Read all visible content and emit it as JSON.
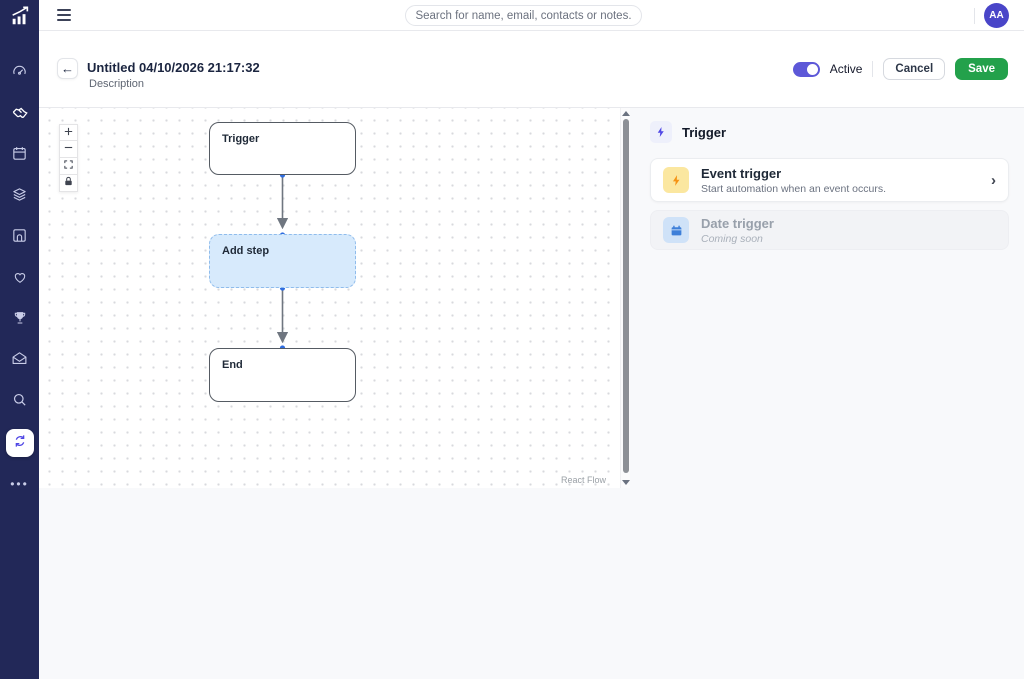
{
  "topbar": {
    "search_placeholder": "Search for name, email, contacts or notes.",
    "avatar_initials": "AA"
  },
  "sidebar": {
    "icons": [
      "growth-chart-logo",
      "gauge",
      "handshake",
      "calendar",
      "layers",
      "contact-arch",
      "heart",
      "trophy",
      "mail-open",
      "search",
      "sync-automations",
      "more-ellipsis"
    ],
    "active_icon": "sync-automations"
  },
  "header": {
    "back_icon": "arrow-left",
    "title": "Untitled 04/10/2026 21:17:32",
    "subtitle": "Description",
    "active_label": "Active",
    "toggle_state": "on",
    "cancel_label": "Cancel",
    "save_label": "Save"
  },
  "canvas": {
    "nodes": [
      {
        "label": "Trigger"
      },
      {
        "label": "Add step"
      },
      {
        "label": "End"
      }
    ],
    "controls": [
      "zoom-in",
      "zoom-out",
      "fit-view",
      "lock"
    ],
    "attribution": "React Flow"
  },
  "panel": {
    "title": "Trigger",
    "options": [
      {
        "title": "Event trigger",
        "subtitle": "Start automation when an event occurs.",
        "disabled": false
      },
      {
        "title": "Date trigger",
        "subtitle": "Coming soon",
        "disabled": true
      }
    ]
  },
  "colors": {
    "sidebar_bg": "#222858",
    "accent_indigo": "#4f46e5",
    "toggle_on": "#5d58d8",
    "save_green": "#23a14b",
    "avatar_bg": "#4945c8",
    "addstep_bg": "#d7eafc",
    "addstep_border": "#8fbcec",
    "node_border": "#555b63",
    "edge": "#6f7680",
    "handle_blue": "#2f6de0",
    "event_icon_bg": "#fbe7a0",
    "event_bolt": "#f59314",
    "date_icon_bg": "#cfe2f8",
    "date_icon": "#3d7fd9"
  }
}
